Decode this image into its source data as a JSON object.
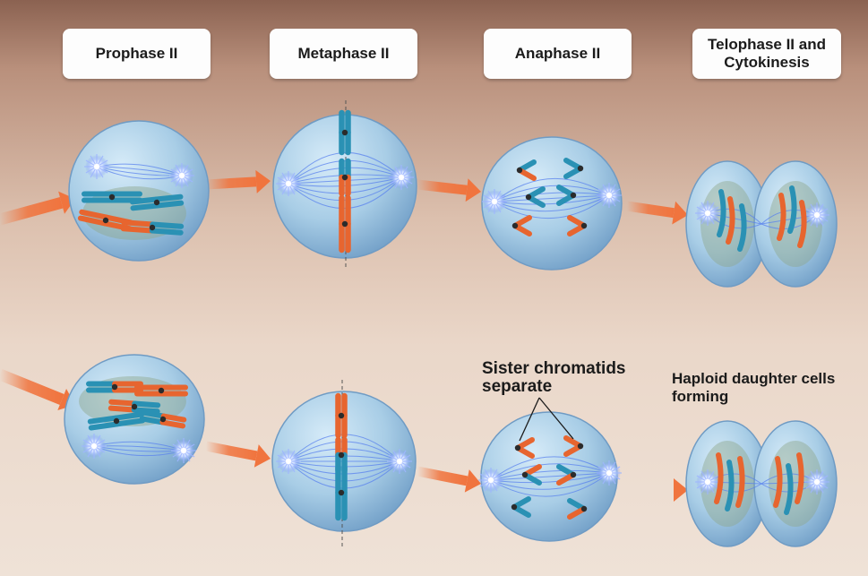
{
  "phases": [
    {
      "label": "Prophase II"
    },
    {
      "label": "Metaphase II"
    },
    {
      "label": "Anaphase II"
    },
    {
      "label": "Telophase II and Cytokinesis"
    }
  ],
  "annotations": {
    "sister_chromatids": "Sister chromatids separate",
    "haploid_cells": "Haploid daughter cells forming"
  },
  "colors": {
    "cell_fill": "#9fc6e2",
    "cell_edge": "#6f9bc4",
    "spindle": "#5a82ee",
    "chromatid_blue": "#2a91b4",
    "chromatid_orange": "#e7652f",
    "arrow": "#f0743e",
    "nucleus_remnant": "#8ea68b"
  }
}
